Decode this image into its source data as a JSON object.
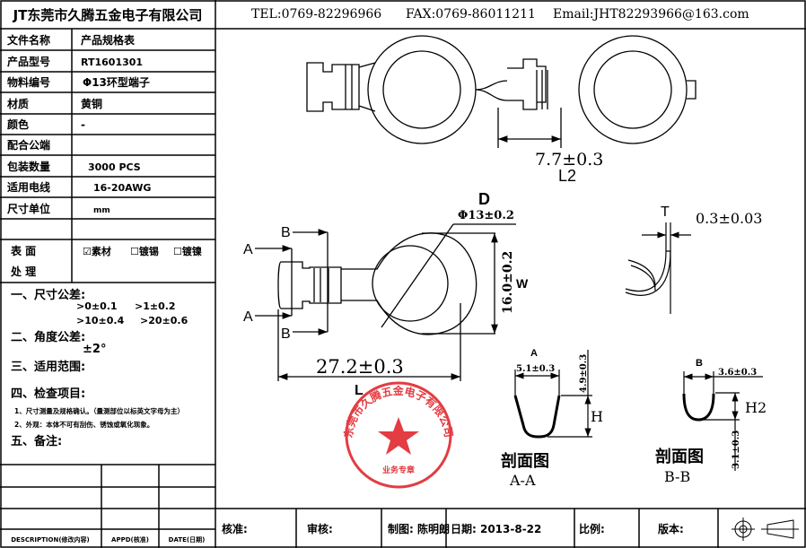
{
  "company": "JT东莞市久腾五金电子有限公司",
  "contact": {
    "tel": "TEL:0769-82296966",
    "fax": "FAX:0769-86011211",
    "email": "Email:JHT82293966@163.com"
  },
  "spec_rows": [
    {
      "label": "文件名称",
      "value": "产品规格表"
    },
    {
      "label": "产品型号",
      "value": "RT1601301"
    },
    {
      "label": "物料编号",
      "value": "Φ13环型端子"
    },
    {
      "label": "材质",
      "value": "黄铜"
    },
    {
      "label": "颜色",
      "value": "-"
    },
    {
      "label": "配合公端",
      "value": ""
    },
    {
      "label": "包装数量",
      "value": "3000 PCS"
    },
    {
      "label": "适用电线",
      "value": "16-20AWG"
    },
    {
      "label": "尺寸单位",
      "value": "mm"
    }
  ],
  "surface": {
    "label1": "表 面",
    "label2": "处 理",
    "options": [
      "☑素材",
      "☐镀锡",
      "☐镀镍"
    ]
  },
  "notes": {
    "tol_title": "一、尺寸公差:",
    "tol": [
      ">0±0.1",
      ">1±0.2",
      ">10±0.4",
      ">20±0.6"
    ],
    "angle_title": "二、角度公差:",
    "angle": "±2°",
    "scope_title": "三、适用范围:",
    "check_title": "四、检查项目:",
    "check_items": [
      "1、尺寸测量及规格确认。（量测部位以标英文字母为主）",
      "2、外观：本体不可有刮伤、锈蚀或氧化现象。"
    ],
    "remark_title": "五、备注:"
  },
  "revision_headers": [
    "DESCRIPTION(修改内容)",
    "APPD(核准)",
    "DATE(日期)"
  ],
  "title_block": {
    "approve": "核准:",
    "review": "审核:",
    "drawn": "制图: 陈明朗",
    "date": "日期: 2013-8-22",
    "scale": "比例:",
    "version": "版本:"
  },
  "drawing": {
    "l2_dim": "7.7±0.3",
    "l2_label": "L2",
    "d_label": "D",
    "d_dim": "Φ13±0.2",
    "w_dim": "16.0±0.2",
    "w_label": "W",
    "l_dim": "27.2±0.3",
    "l_label": "L",
    "sec_a": "A",
    "sec_b": "B",
    "t_label": "T",
    "t_dim": "0.3±0.03",
    "aa_label": "A",
    "aa_width": "5.1±0.3",
    "aa_height": "4.9±0.3",
    "aa_h": "H",
    "aa_title": "剖面图",
    "aa_sub": "A-A",
    "bb_label": "B",
    "bb_width": "3.6±0.3",
    "bb_height": "3.1±0.3",
    "bb_h": "H2",
    "bb_title": "剖面图",
    "bb_sub": "B-B"
  },
  "seal": {
    "text": "东莞市久腾五金电子有限公司",
    "sub": "业务专章",
    "color": "#e0282e"
  }
}
